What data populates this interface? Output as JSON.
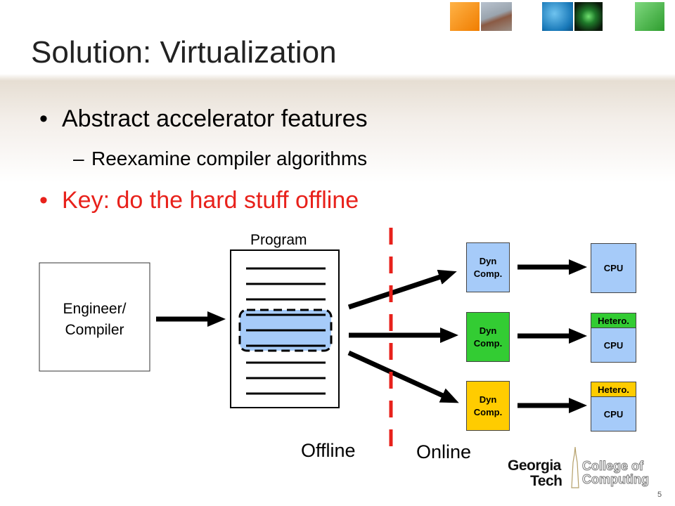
{
  "slide": {
    "title": "Solution: Virtualization",
    "page_number": "5",
    "bullets": [
      {
        "text": "Abstract accelerator features",
        "color": "#000000"
      },
      {
        "text": "Key: do the hard stuff offline",
        "color": "#e8211b"
      }
    ],
    "sub_bullets": [
      {
        "text": "Reexamine compiler algorithms"
      }
    ]
  },
  "diagram": {
    "engineer_label_line1": "Engineer/",
    "engineer_label_line2": "Compiler",
    "program_label": "Program",
    "offline_label": "Offline",
    "online_label": "Online",
    "dyn_comp_boxes": [
      {
        "line1": "Dyn",
        "line2": "Comp.",
        "color": "#a6cbf9"
      },
      {
        "line1": "Dyn",
        "line2": "Comp.",
        "color": "#33cc33"
      },
      {
        "line1": "Dyn",
        "line2": "Comp.",
        "color": "#ffcc00"
      }
    ],
    "targets": [
      {
        "label": "CPU",
        "tag": "",
        "tag_color": ""
      },
      {
        "label": "CPU",
        "tag": "Hetero.",
        "tag_color": "#33cc33"
      },
      {
        "label": "CPU",
        "tag": "Hetero.",
        "tag_color": "#ffcc00"
      }
    ],
    "divider_color": "#e8211b",
    "target_fill": "#a6cbf9"
  },
  "logo": {
    "line1": "Georgia",
    "line2": "Tech",
    "college_line1": "College of",
    "college_line2": "Computing"
  }
}
